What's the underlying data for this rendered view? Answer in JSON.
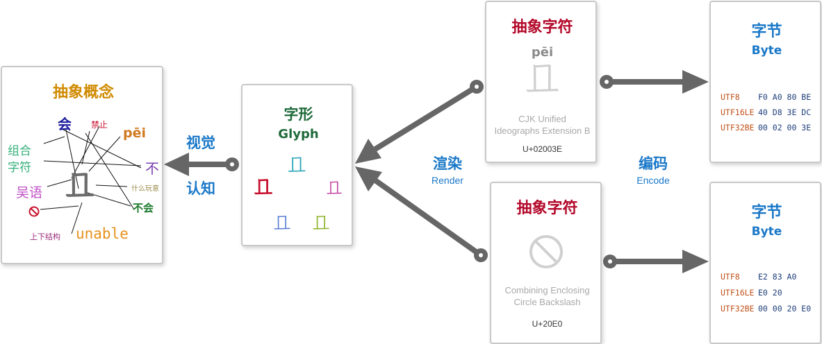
{
  "concept": {
    "title": "抽象概念",
    "big_char": "𠀃",
    "words": {
      "hui": "会",
      "jinzhi": "禁止",
      "pei": "pēi",
      "zuhe": "组合",
      "zifu": "字符",
      "bu": "不",
      "wuyu": "吴语",
      "shenme": "什么玩意",
      "prohibited": "⃠",
      "buhui": "不会",
      "shangxia": "上下结构",
      "unable": "unable"
    }
  },
  "recognize": {
    "line1": "视觉",
    "line2": "认知"
  },
  "glyph": {
    "title": "字形",
    "subtitle": "Glyph",
    "glyph_char": "𠀃",
    "colors": [
      "#2aa6b8",
      "#c8102e",
      "#c23b9e",
      "#5b7fd4",
      "#8db32a"
    ]
  },
  "render": {
    "zh": "渲染",
    "en": "Render"
  },
  "encode": {
    "zh": "编码",
    "en": "Encode"
  },
  "char_top": {
    "title": "抽象字符",
    "pinyin": "pēi",
    "char": "𠀃",
    "desc1": "CJK Unified",
    "desc2": "Ideographs Extension B",
    "codepoint": "U+02003E"
  },
  "char_bottom": {
    "title": "抽象字符",
    "desc1": "Combining Enclosing",
    "desc2": "Circle Backslash",
    "codepoint": "U+20E0"
  },
  "bytes_top": {
    "title": "字节",
    "subtitle": "Byte",
    "rows": [
      {
        "name": "UTF8",
        "bytes": "F0 A0 80 BE"
      },
      {
        "name": "UTF16LE",
        "bytes": "40 D8 3E DC"
      },
      {
        "name": "UTF32BE",
        "bytes": "00 02 00 3E"
      }
    ]
  },
  "bytes_bottom": {
    "title": "字节",
    "subtitle": "Byte",
    "rows": [
      {
        "name": "UTF8",
        "bytes": "E2 83 A0"
      },
      {
        "name": "UTF16LE",
        "bytes": "E0 20"
      },
      {
        "name": "UTF32BE",
        "bytes": "00 00 20 E0"
      }
    ]
  }
}
